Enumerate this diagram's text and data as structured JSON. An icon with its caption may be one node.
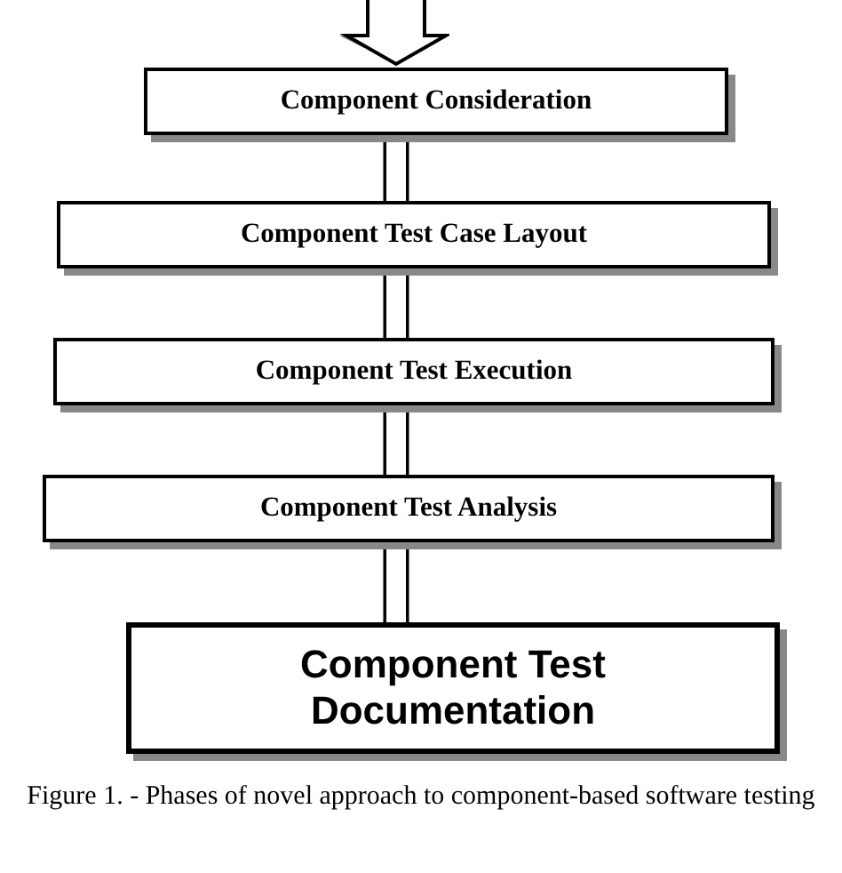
{
  "diagram": {
    "caption": "Figure 1. -  Phases of novel approach to component-based software testing",
    "nodes": [
      {
        "text": [
          "Component Consideration"
        ]
      },
      {
        "text": [
          "Component Test Case Layout"
        ]
      },
      {
        "text": [
          "Component Test Execution"
        ]
      },
      {
        "text": [
          "Component Test Analysis"
        ]
      },
      {
        "text": [
          "Component Test Documentation"
        ]
      }
    ],
    "edges": [
      {
        "from": null,
        "to": 0,
        "arrow": "to",
        "style": "thick"
      },
      {
        "from": 0,
        "to": 1,
        "arrow": "none"
      },
      {
        "from": 1,
        "to": 2,
        "arrow": "none"
      },
      {
        "from": 2,
        "to": 3,
        "arrow": "none"
      },
      {
        "from": 3,
        "to": 4,
        "arrow": "none"
      }
    ]
  }
}
